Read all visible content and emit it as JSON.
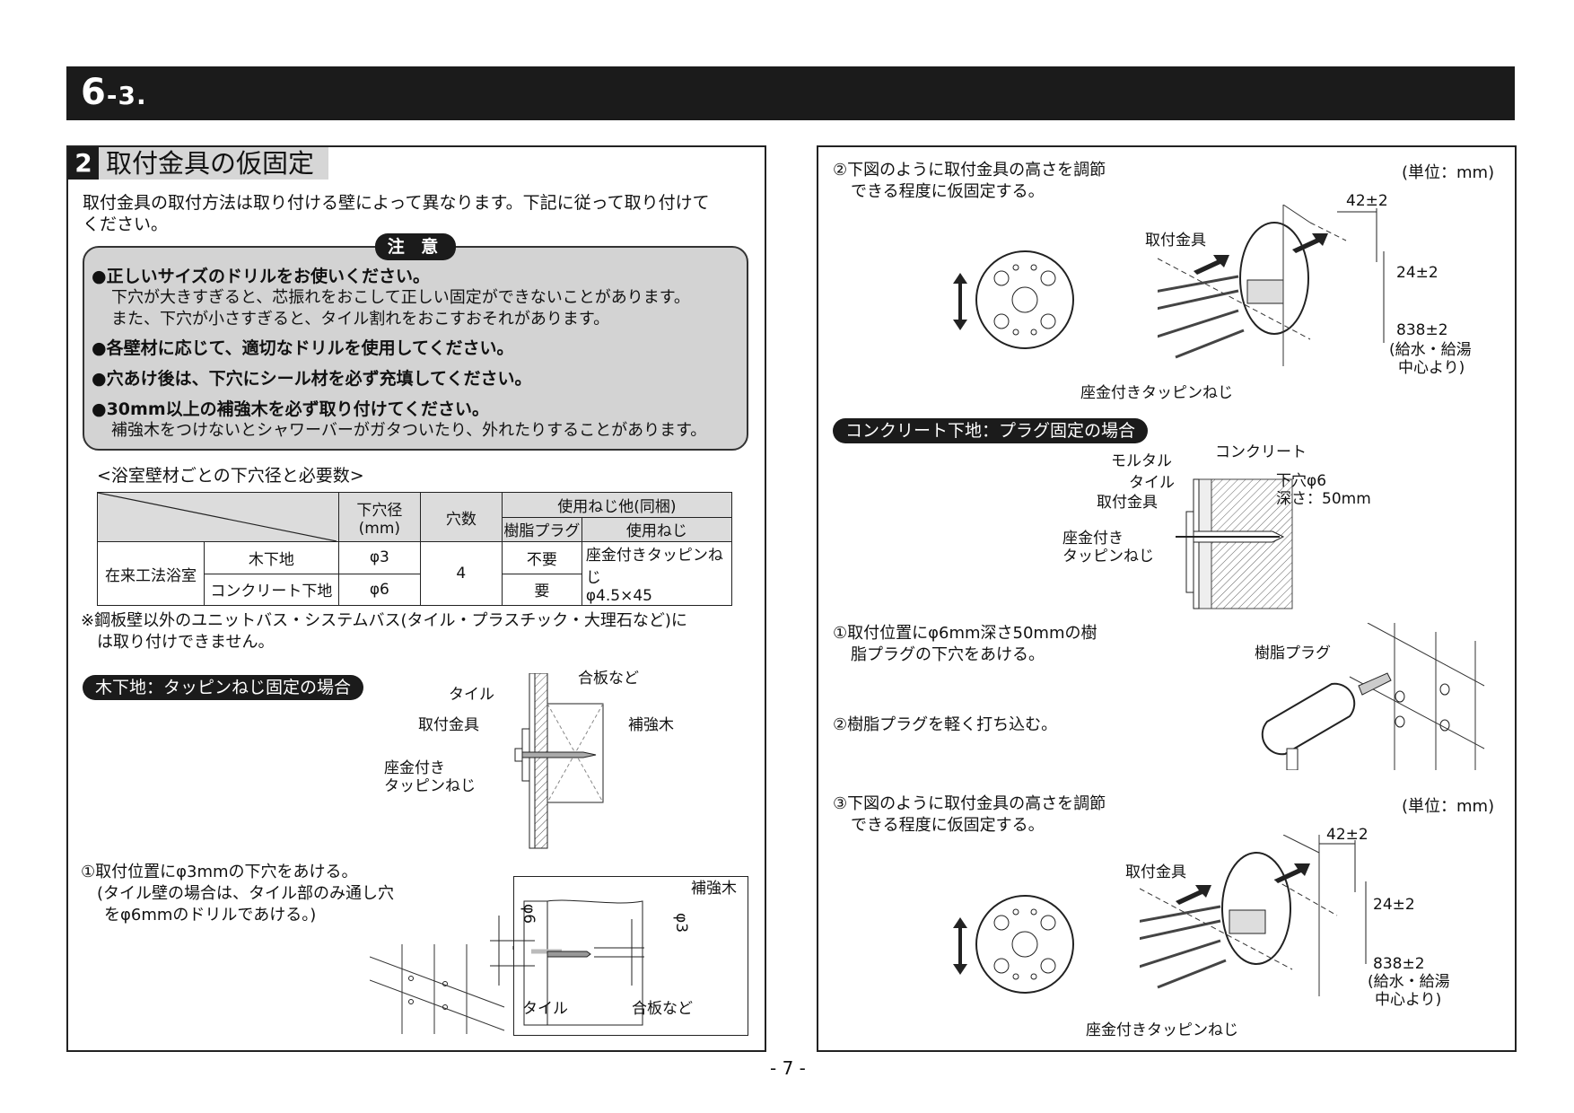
{
  "header": {
    "section_main": "6",
    "section_sub": "-3."
  },
  "section": {
    "number": "2",
    "title": "取付金具の仮固定"
  },
  "intro": {
    "line1": "取付金具の取付方法は取り付ける壁によって異なります。下記に従って取り付けて",
    "line2": "ください。"
  },
  "caution": {
    "badge": "注 意",
    "items": [
      {
        "bold": "●正しいサイズのドリルをお使いください。",
        "sub1": "下穴が大きすぎると、芯振れをおこして正しい固定ができないことがあります。",
        "sub2": "また、下穴が小さすぎると、タイル割れをおこすおそれがあります。"
      },
      {
        "bold": "●各壁材に応じて、適切なドリルを使用してください。"
      },
      {
        "bold": "●穴あけ後は、下穴にシール材を必ず充填してください。"
      },
      {
        "bold": "●30mm以上の補強木を必ず取り付けてください。",
        "sub1": "補強木をつけないとシャワーバーがガタついたり、外れたりすることがあります。"
      }
    ]
  },
  "table": {
    "caption": "<浴室壁材ごとの下穴径と必要数>",
    "headers": {
      "hole_dia": "下穴径",
      "hole_unit": "(mm)",
      "hole_count": "穴数",
      "screws_group": "使用ねじ他(同梱)",
      "plug": "樹脂プラグ",
      "screw": "使用ねじ"
    },
    "row_group": "在来工法浴室",
    "rows": [
      {
        "base": "木下地",
        "dia": "φ3",
        "plug": "不要"
      },
      {
        "base": "コンクリート下地",
        "dia": "φ6",
        "plug": "要"
      }
    ],
    "count": "4",
    "screw_line1": "座金付きタッピンねじ",
    "screw_line2": "φ4.5×45"
  },
  "note": {
    "line1": "※鋼板壁以外のユニットバス・システムバス(タイル・プラスチック・大理石など)に",
    "line2": "は取り付けできません。"
  },
  "wood": {
    "pill": "木下地：タッピンねじ固定の場合",
    "labels": {
      "plywood": "合板など",
      "tile": "タイル",
      "bracket": "取付金具",
      "reinforce": "補強木",
      "screw1": "座金付き",
      "screw2": "タッピンねじ"
    },
    "step1": {
      "line1": "①取付位置にφ3mmの下穴をあける。",
      "line2": "(タイル壁の場合は、タイル部のみ通し穴",
      "line3": "をφ6mmのドリルであける。)"
    },
    "detail": {
      "reinforce": "補強木",
      "phi6": "φ6",
      "phi3": "φ3",
      "tile": "タイル",
      "plywood": "合板など"
    }
  },
  "right_top": {
    "step2": {
      "line1": "②下図のように取付金具の高さを調節",
      "line2": "できる程度に仮固定する。"
    },
    "unit": "(単位：mm)",
    "dims": {
      "d1": "42±2",
      "d2": "24±2",
      "d3": "838±2",
      "d4": "(給水・給湯",
      "d5": "中心より)"
    },
    "labels": {
      "bracket": "取付金具",
      "screw": "座金付きタッピンねじ"
    }
  },
  "concrete": {
    "pill": "コンクリート下地：プラグ固定の場合",
    "labels": {
      "mortar": "モルタル",
      "concrete": "コンクリート",
      "tile": "タイル",
      "hole1": "下穴φ6",
      "hole2": "深さ：50mm",
      "bracket": "取付金具",
      "screw1": "座金付き",
      "screw2": "タッピンねじ",
      "plug": "樹脂プラグ"
    },
    "step1": {
      "line1": "①取付位置にφ6mm深さ50mmの樹",
      "line2": "脂プラグの下穴をあける。"
    },
    "step2": "②樹脂プラグを軽く打ち込む。",
    "step3": {
      "line1": "③下図のように取付金具の高さを調節",
      "line2": "できる程度に仮固定する。"
    },
    "unit": "(単位：mm)",
    "dims": {
      "d1": "42±2",
      "d2": "24±2",
      "d3": "838±2",
      "d4": "(給水・給湯",
      "d5": "中心より)"
    },
    "labels2": {
      "bracket": "取付金具",
      "screw": "座金付きタッピンねじ"
    }
  },
  "page_number": "- 7 -"
}
